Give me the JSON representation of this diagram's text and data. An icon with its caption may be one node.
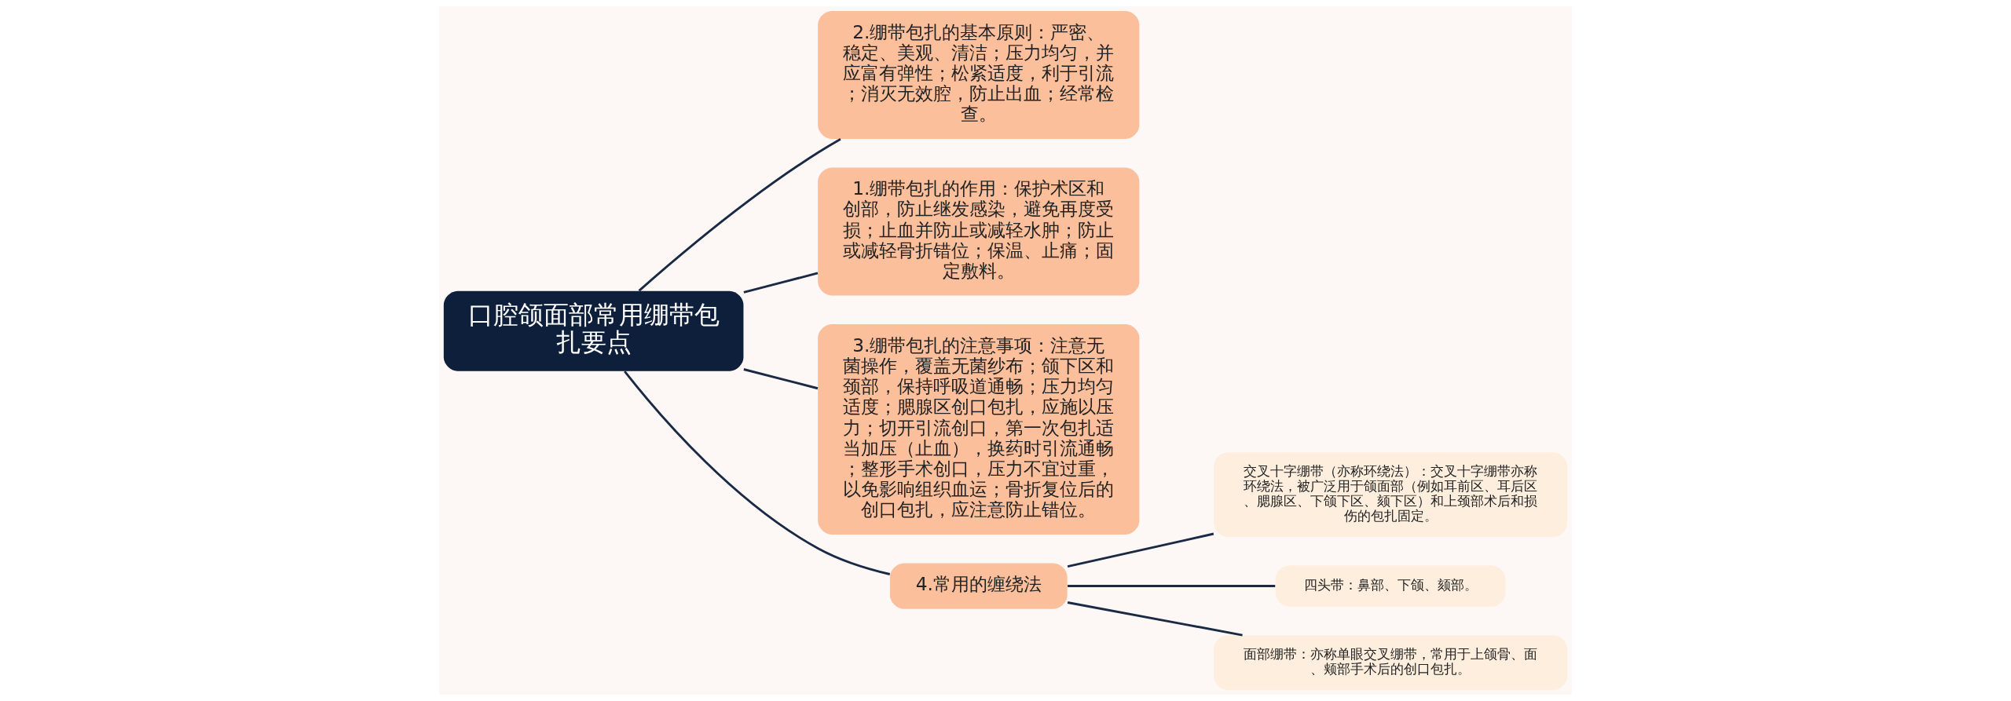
{
  "diagram": {
    "nodes": [
      {
        "text": [
          "口腔颌面部常用绷带包扎要点"
        ]
      },
      {
        "text": [
          "2.绷带包扎的基本原则：严密、稳定、美观、清洁；压力均匀，并应富有弹性；松紧适度，利于引流；消灭无效腔，防止出血；经常检查。"
        ]
      },
      {
        "text": [
          "1.绷带包扎的作用：保护术区和创部，防止继发感染，避免再度受损；止血并防止或减轻水肿；防止或减轻骨折错位；保温、止痛；固定敷料。"
        ]
      },
      {
        "text": [
          "3.绷带包扎的注意事项：注意无菌操作，覆盖无菌纱布；颌下区和颈部，保持呼吸道通畅；压力均匀适度；腮腺区创口包扎，应施以压力；切开引流创口，第一次包扎适当加压（止血），换药时引流通畅；整形手术创口，压力不宜过重，以免影响组织血运；骨折复位后的创口包扎，应注意防止错位。"
        ]
      },
      {
        "text": [
          "4.常用的缠绕法"
        ]
      },
      {
        "text": [
          "交叉十字绷带（亦称环绕法）：交叉十字绷带亦称环绕法，被广泛用于颌面部（例如耳前区、耳后区、腮腺区、下颌下区、颏下区）和上颈部术后和损伤的包扎固定。"
        ]
      },
      {
        "text": [
          "四头带：鼻部、下颌、颏部。"
        ]
      },
      {
        "text": [
          "面部绷带：亦称单眼交叉绷带，常用于上颌骨、面、颊部手术后的创口包扎。"
        ]
      }
    ],
    "edges": [
      {
        "from": 0,
        "to": 1,
        "arrow": "none"
      },
      {
        "from": 0,
        "to": 2,
        "arrow": "none"
      },
      {
        "from": 0,
        "to": 3,
        "arrow": "none"
      },
      {
        "from": 0,
        "to": 4,
        "arrow": "none"
      },
      {
        "from": 4,
        "to": 5,
        "arrow": "none"
      },
      {
        "from": 4,
        "to": 6,
        "arrow": "none"
      },
      {
        "from": 4,
        "to": 7,
        "arrow": "none"
      }
    ]
  }
}
